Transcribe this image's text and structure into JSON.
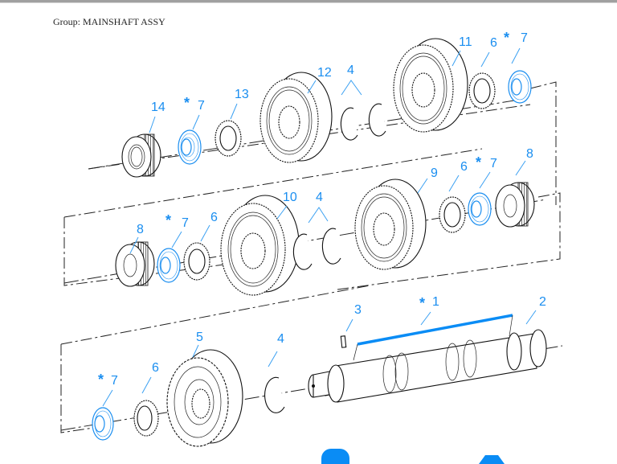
{
  "header": {
    "group_label": "Group: MAINSHAFT ASSY"
  },
  "colors": {
    "callout_blue": "#1a8ef0",
    "highlight_blue": "#0a8cf5",
    "line_black": "#111111"
  },
  "callouts": {
    "c14": "14",
    "c7a": "7",
    "c13": "13",
    "c12": "12",
    "c4a": "4",
    "c11": "11",
    "c6a": "6",
    "c7b": "7",
    "c8a": "8",
    "c7c": "7",
    "c6b": "6",
    "c10": "10",
    "c4b": "4",
    "c9": "9",
    "c6c": "6",
    "c7d": "7",
    "c8b": "8",
    "c7e": "7",
    "c6d": "6",
    "c5": "5",
    "c4c": "4",
    "c3": "3",
    "c1": "1",
    "c2": "2",
    "star": "*"
  },
  "parts": [
    {
      "ref": "1",
      "name": "mainshaft-kit",
      "optional": true
    },
    {
      "ref": "2",
      "name": "mainshaft"
    },
    {
      "ref": "3",
      "name": "key"
    },
    {
      "ref": "4",
      "name": "snap-ring"
    },
    {
      "ref": "5",
      "name": "gear"
    },
    {
      "ref": "6",
      "name": "thrust-washer"
    },
    {
      "ref": "7",
      "name": "bearing-ring",
      "optional": true
    },
    {
      "ref": "8",
      "name": "hub"
    },
    {
      "ref": "9",
      "name": "gear"
    },
    {
      "ref": "10",
      "name": "gear"
    },
    {
      "ref": "11",
      "name": "gear"
    },
    {
      "ref": "12",
      "name": "gear"
    },
    {
      "ref": "13",
      "name": "thrust-washer"
    },
    {
      "ref": "14",
      "name": "hub"
    }
  ]
}
